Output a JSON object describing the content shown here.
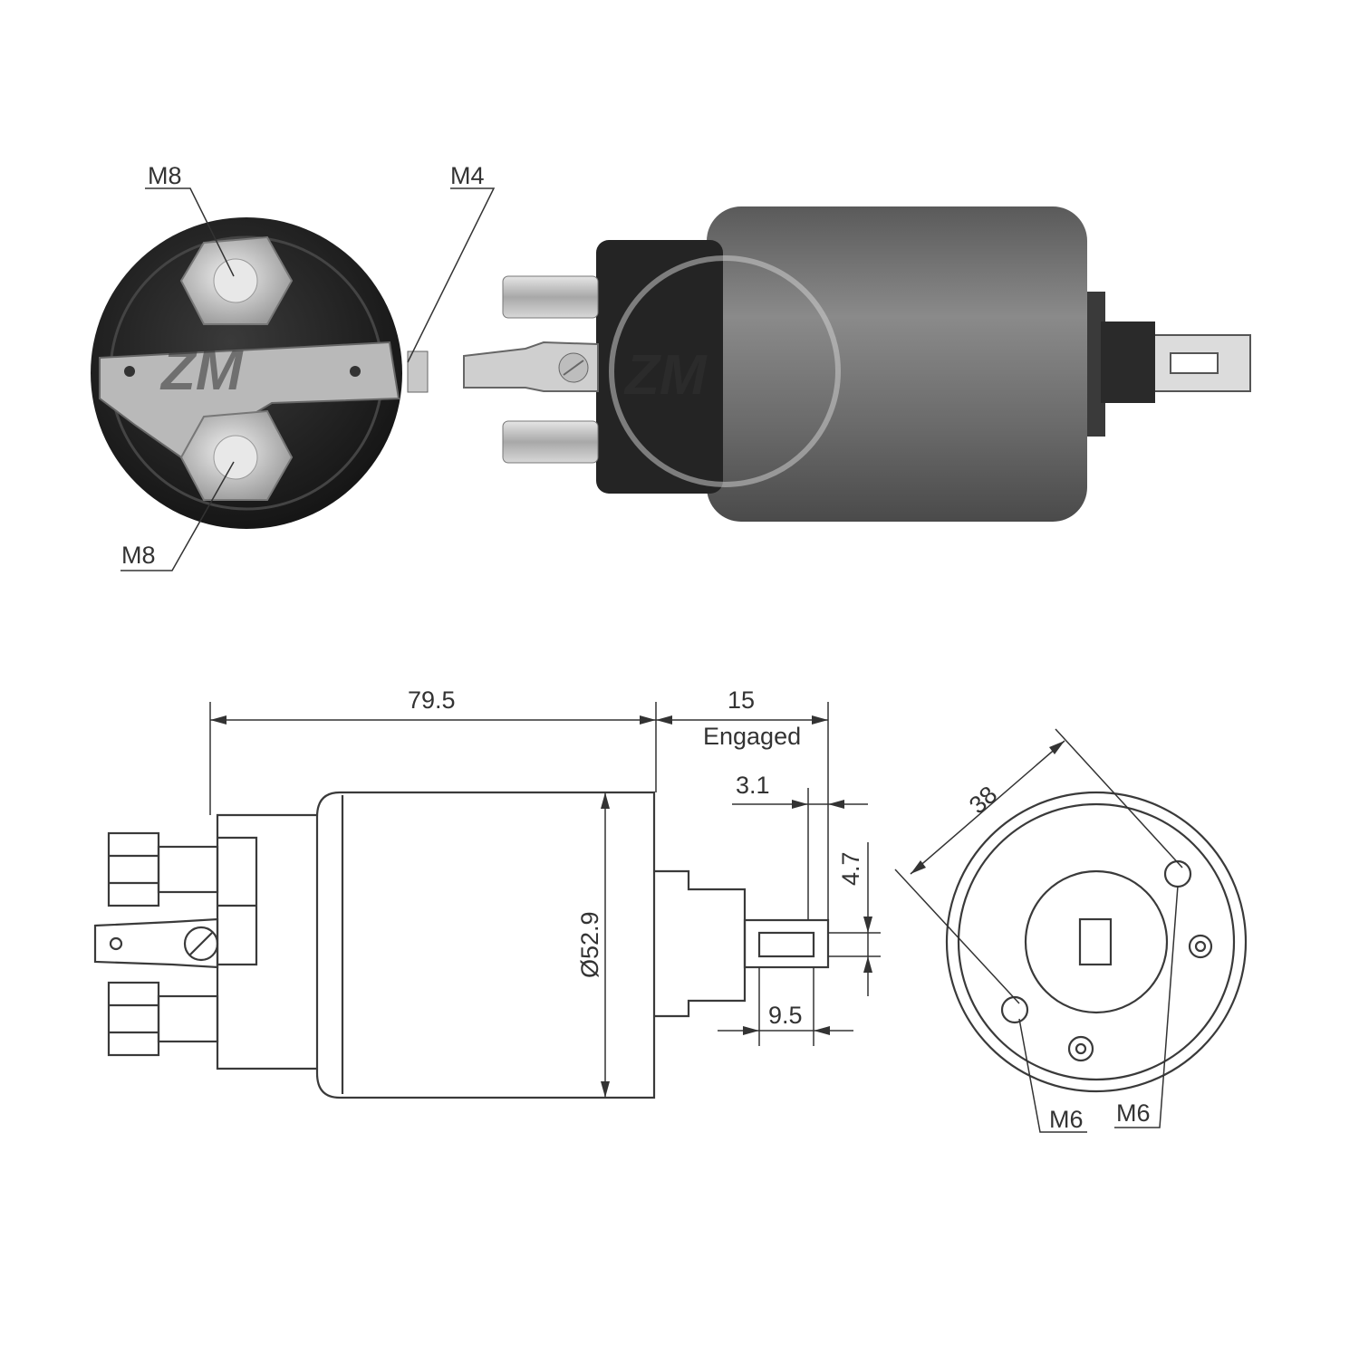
{
  "end_view_photo": {
    "labels": {
      "top_terminal": "M8",
      "bottom_terminal": "M8",
      "small_terminal": "M4"
    }
  },
  "side_drawing": {
    "dims": {
      "body_length": "79.5",
      "plunger_travel": "15",
      "plunger_state": "Engaged",
      "shaft_step": "3.1",
      "slot_width": "4.7",
      "shaft_length": "9.5",
      "body_diameter": "Ø52.9"
    }
  },
  "end_drawing": {
    "dims": {
      "bolt_spacing": "38"
    },
    "labels": {
      "left_hole": "M6",
      "right_hole": "M6"
    }
  },
  "colors": {
    "dark_housing": "#2b2b2b",
    "grey_body": "#6f6f6f",
    "chrome": "#cfcfcf"
  }
}
